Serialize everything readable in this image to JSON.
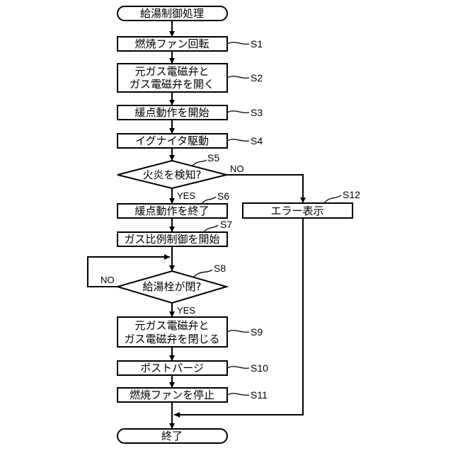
{
  "flowchart": {
    "start": {
      "label": "給湯制御処理"
    },
    "end": {
      "label": "終了"
    },
    "steps": [
      {
        "id": "S1",
        "lines": [
          "燃焼ファン回転"
        ]
      },
      {
        "id": "S2",
        "lines": [
          "元ガス電磁弁と",
          "ガス電磁弁を開く"
        ]
      },
      {
        "id": "S3",
        "lines": [
          "緩点動作を開始"
        ]
      },
      {
        "id": "S4",
        "lines": [
          "イグナイタ駆動"
        ]
      },
      {
        "id": "S5",
        "lines": [
          "火炎を検知?"
        ]
      },
      {
        "id": "S6",
        "lines": [
          "緩点動作を終了"
        ]
      },
      {
        "id": "S7",
        "lines": [
          "ガス比例制御を開始"
        ]
      },
      {
        "id": "S8",
        "lines": [
          "給湯栓が閉?"
        ]
      },
      {
        "id": "S9",
        "lines": [
          "元ガス電磁弁と",
          "ガス電磁弁を閉じる"
        ]
      },
      {
        "id": "S10",
        "lines": [
          "ポストパージ"
        ]
      },
      {
        "id": "S11",
        "lines": [
          "燃焼ファンを停止"
        ]
      },
      {
        "id": "S12",
        "lines": [
          "エラー表示"
        ]
      }
    ],
    "branch_labels": {
      "s5_yes": "YES",
      "s5_no": "NO",
      "s8_yes": "YES",
      "s8_no": "NO"
    }
  }
}
